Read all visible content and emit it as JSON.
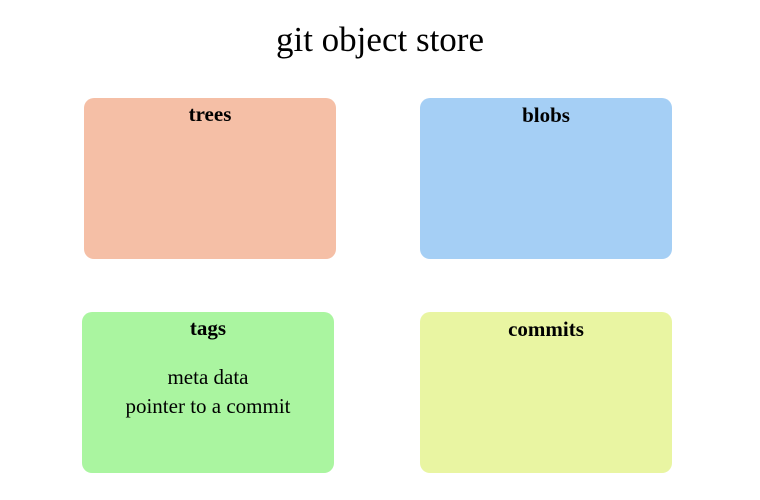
{
  "title": "git object store",
  "boxes": {
    "trees": {
      "label": "trees",
      "color": "#f5bfa6"
    },
    "blobs": {
      "label": "blobs",
      "color": "#a5cff5"
    },
    "tags": {
      "label": "tags",
      "color": "#aaf5a0",
      "lines": [
        "meta data",
        "pointer to a commit"
      ]
    },
    "commits": {
      "label": "commits",
      "color": "#e9f5a2"
    }
  }
}
